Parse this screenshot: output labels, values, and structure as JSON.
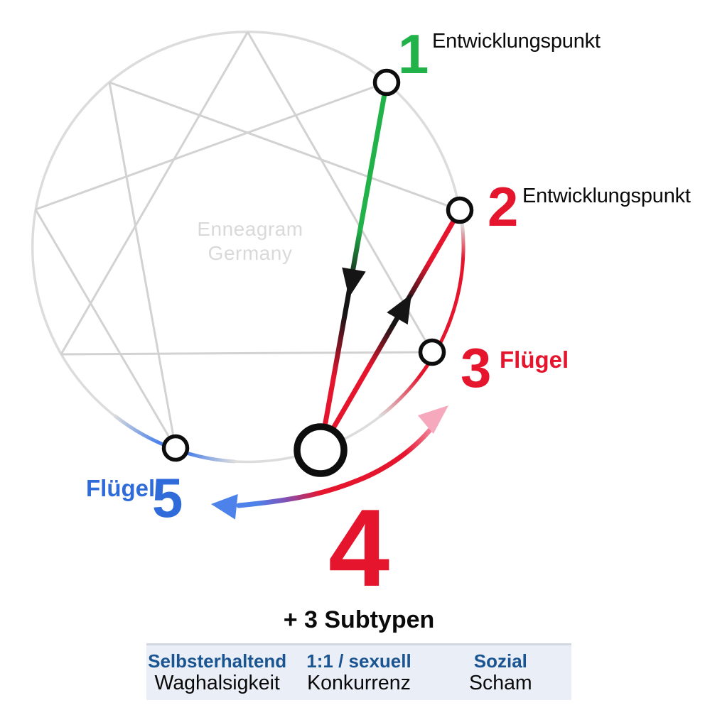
{
  "watermark": {
    "line1": "Enneagram",
    "line2": "Germany"
  },
  "points": {
    "p1": {
      "number": "1",
      "label": "Entwicklungspunkt"
    },
    "p2": {
      "number": "2",
      "label": "Entwicklungspunkt"
    },
    "p3": {
      "number": "3",
      "label": "Flügel"
    },
    "p4": {
      "number": "4"
    },
    "p5": {
      "number": "5",
      "label": "Flügel"
    }
  },
  "subtypes": {
    "heading": "+ 3 Subtypen",
    "columns": [
      {
        "header": "Selbsterhaltend",
        "value": "Waghalsigkeit"
      },
      {
        "header": "1:1 / sexuell",
        "value": "Konkurrenz"
      },
      {
        "header": "Sozial",
        "value": "Scham"
      }
    ]
  },
  "colors": {
    "green": "#22B24A",
    "red": "#E5152E",
    "pink": "#F6A9BD",
    "purple": "#8052B8",
    "blue_arrow": "#4C82EA",
    "blue_text": "#2F6CD9",
    "dark_blue": "#1A5591",
    "grey_line": "#D2D2D2",
    "circle_grey": "#DCDCDC",
    "watermark": "#D9D9D9",
    "black": "#0A0A0A",
    "table_bg": "#EAEEF7",
    "table_border": "#D3D7E0"
  }
}
